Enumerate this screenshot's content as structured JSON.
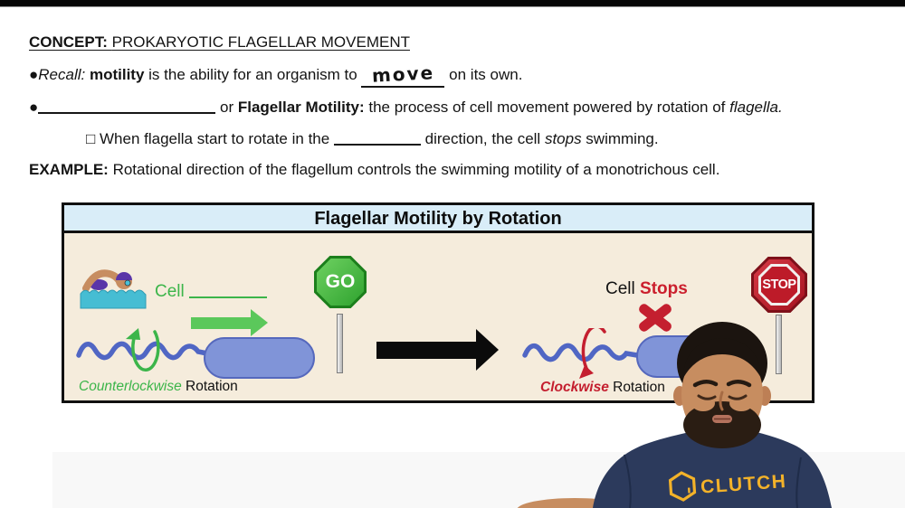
{
  "concept": {
    "label": "CONCEPT: ",
    "title": "PROKARYOTIC FLAGELLAR MOVEMENT"
  },
  "recall": {
    "bullet": "●",
    "lead": "Recall: ",
    "keyword": "motility",
    "middle": " is the ability for an organism to ",
    "answer": "move",
    "tail": " on its own."
  },
  "flagellar": {
    "bullet": "●",
    "or": " or ",
    "keyword": "Flagellar Motility:",
    "middle": " the process of cell movement powered by rotation of ",
    "emphasis": "flagella."
  },
  "sub_point": {
    "marker": "□ ",
    "before": "When flagella start to rotate in the ",
    "after": " direction, the cell ",
    "emphasis": "stops",
    "tail": " swimming."
  },
  "example": {
    "label": "EXAMPLE:",
    "text": " Rotational direction of the flagellum controls the swimming motility of a monotrichous cell."
  },
  "diagram": {
    "title": "Flagellar Motility by Rotation",
    "go_scene": {
      "cell_label": "Cell ",
      "sign_label": "GO",
      "rotation_emphasis": "Counterlockwise",
      "rotation_word": " Rotation"
    },
    "stop_scene": {
      "cell_label": "Cell ",
      "stops_label": "Stops",
      "sign_label": "STOP",
      "rotation_emphasis": "Clockwise",
      "rotation_word": " Rotation"
    },
    "colors": {
      "header_bg": "#d9edf8",
      "body_bg": "#f5ecdc",
      "go_green": "#2fa32f",
      "stop_red": "#bd1b29",
      "accent_green": "#3cb54a",
      "accent_red": "#c41f2f",
      "cell_fill": "#8094d8",
      "cell_border": "#5568bd",
      "flagellum": "#5066c4"
    }
  },
  "webcam": {
    "shirt_logo": "CLUTCH",
    "shirt_color": "#2c3a5c",
    "logo_color": "#f3b229"
  }
}
